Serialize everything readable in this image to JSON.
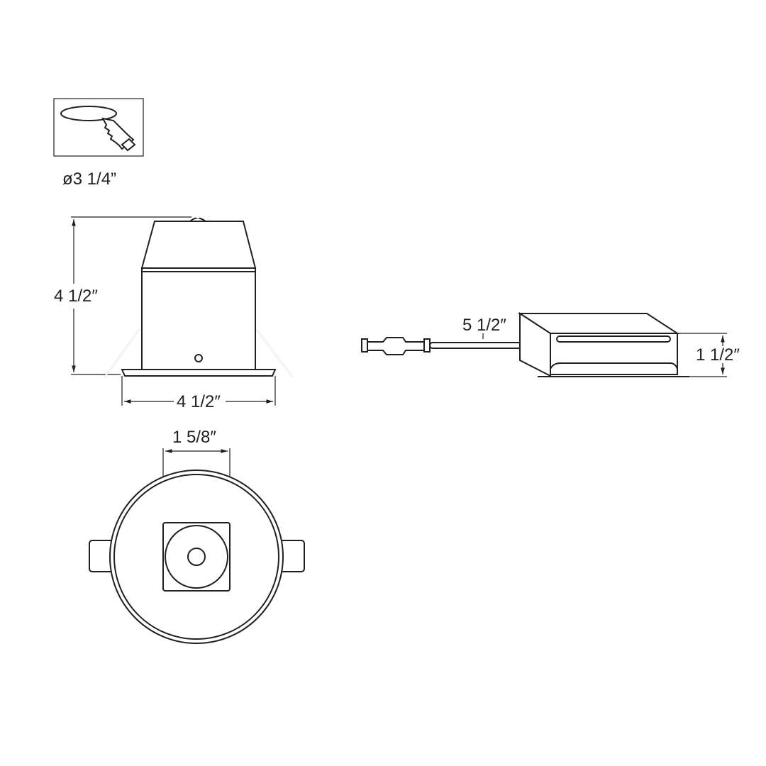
{
  "diagram": {
    "cutout_icon": {
      "name": "saw-cutout-icon",
      "label": "ø3 1/4”"
    },
    "side_view": {
      "height_label": "4 1/2″",
      "width_label": "4 1/2″"
    },
    "cable": {
      "length_label": "5 1/2″"
    },
    "driver_box": {
      "height_label": "1 1/2″"
    },
    "top_view": {
      "width_label": "1 5/8″"
    },
    "colors": {
      "line": "#231f20",
      "background": "#ffffff"
    }
  }
}
